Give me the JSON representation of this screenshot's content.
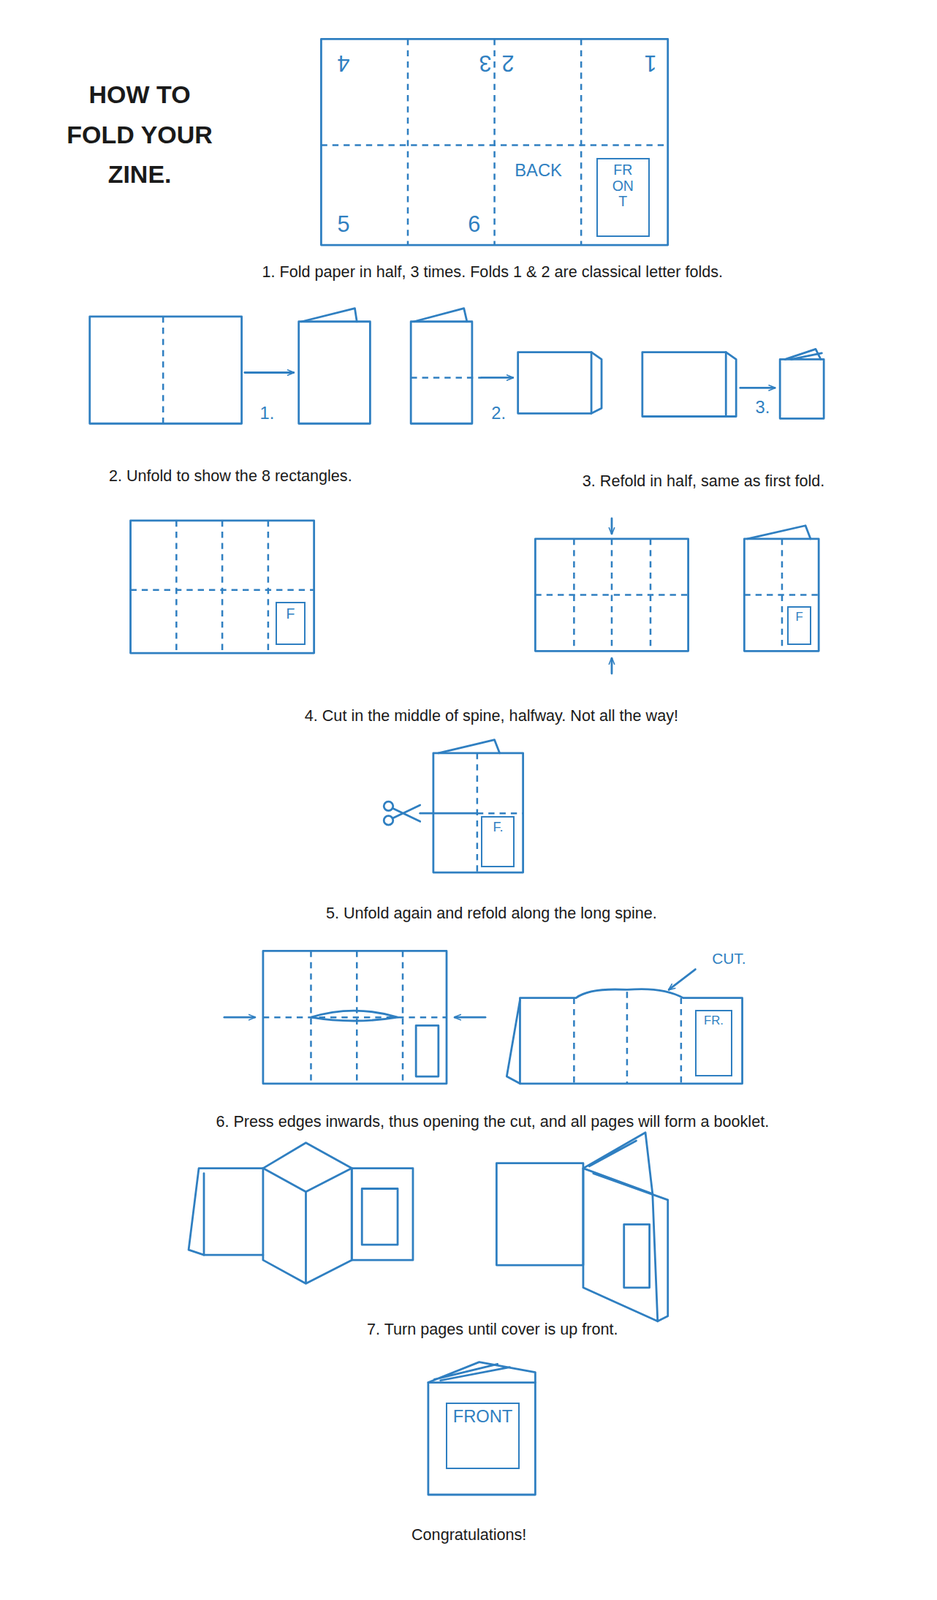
{
  "diagram": {
    "title": "HOW TO FOLD YOUR ZINE.",
    "caption": "Congratulations!",
    "nodes": [
      {
        "text": [
          "FRONT"
        ]
      },
      {
        "text": [
          "F"
        ]
      },
      {
        "text": [
          "F"
        ]
      },
      {
        "text": [
          "F."
        ]
      },
      {
        "text": [
          "FR."
        ]
      },
      {
        "text": [
          "FRONT"
        ]
      }
    ],
    "labels": [
      "4",
      "3",
      "2",
      "1",
      "5",
      "6",
      "BACK",
      "1. Fold paper in half, 3 times. Folds 1 & 2 are classical letter folds.",
      "1.",
      "2.",
      "3.",
      "2. Unfold to show the 8 rectangles.",
      "3. Refold in half, same as first fold.",
      "4. Cut in the middle of spine, halfway. Not all the way!",
      "5. Unfold again and refold along the long spine.",
      "CUT.",
      "6. Press edges inwards, thus opening the cut, and all pages will form a booklet.",
      "7. Turn pages until cover is up front."
    ]
  }
}
